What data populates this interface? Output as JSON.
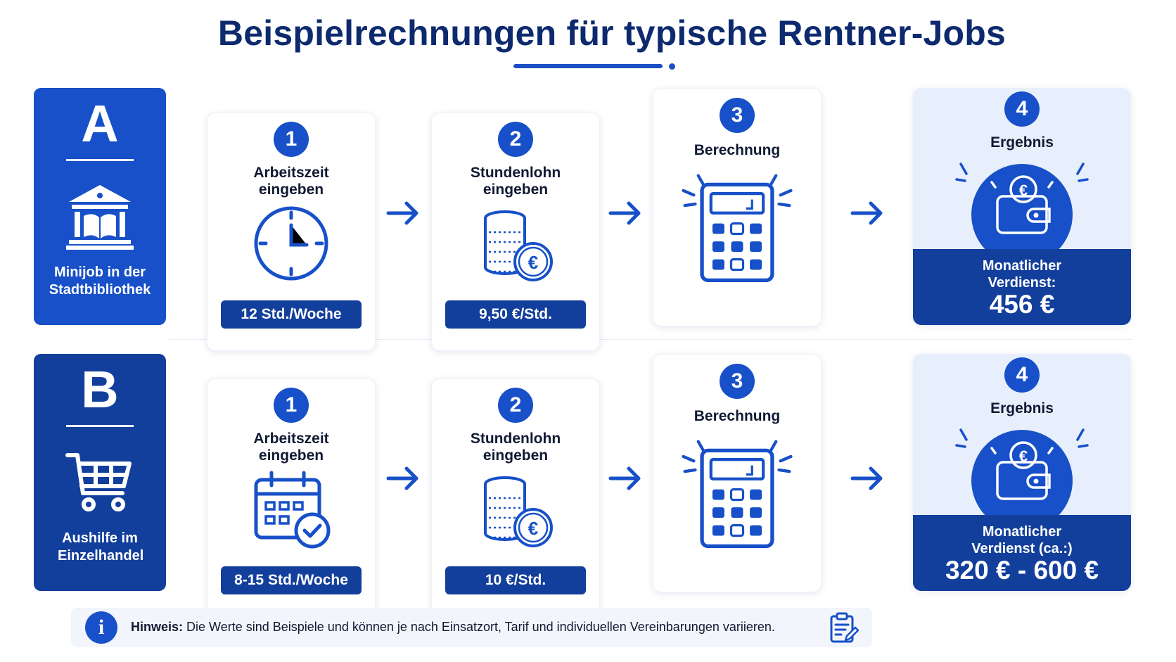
{
  "title": "Beispielrechnungen für typische Rentner-Jobs",
  "colors": {
    "primary": "#1750c8",
    "dark": "#133f9c",
    "title": "#0d2a6e",
    "result_bg": "#e8effc"
  },
  "rows": [
    {
      "letter": "A",
      "job": "Minijob in der Stadtbibliothek",
      "job_icon": "library-building-icon",
      "steps": [
        {
          "number": "1",
          "title": "Arbeitszeit eingeben",
          "icon": "clock-icon",
          "value": "12 Std./Woche"
        },
        {
          "number": "2",
          "title": "Stundenlohn eingeben",
          "icon": "coins-euro-icon",
          "value": "9,50 €/Std."
        },
        {
          "number": "3",
          "title": "Berechnung",
          "icon": "calculator-icon"
        }
      ],
      "result": {
        "number": "4",
        "title": "Ergebnis",
        "icon": "wallet-euro-icon",
        "label": "Monatlicher Verdienst:",
        "value": "456 €"
      }
    },
    {
      "letter": "B",
      "job": "Aushilfe im Einzelhandel",
      "job_icon": "shopping-cart-icon",
      "steps": [
        {
          "number": "1",
          "title": "Arbeitszeit eingeben",
          "icon": "calendar-check-icon",
          "value": "8-15 Std./Woche"
        },
        {
          "number": "2",
          "title": "Stundenlohn eingeben",
          "icon": "coins-euro-icon",
          "value": "10 €/Std."
        },
        {
          "number": "3",
          "title": "Berechnung",
          "icon": "calculator-icon"
        }
      ],
      "result": {
        "number": "4",
        "title": "Ergebnis",
        "icon": "wallet-euro-icon",
        "label": "Monatlicher Verdienst (ca.:)",
        "value": "320 € - 600 €"
      }
    }
  ],
  "note": {
    "label": "Hinweis:",
    "text": "Die Werte sind Beispiele und können je nach Einsatzort, Tarif und individuellen Vereinbarungen variieren.",
    "icon": "info-icon",
    "end_icon": "clipboard-edit-icon"
  }
}
